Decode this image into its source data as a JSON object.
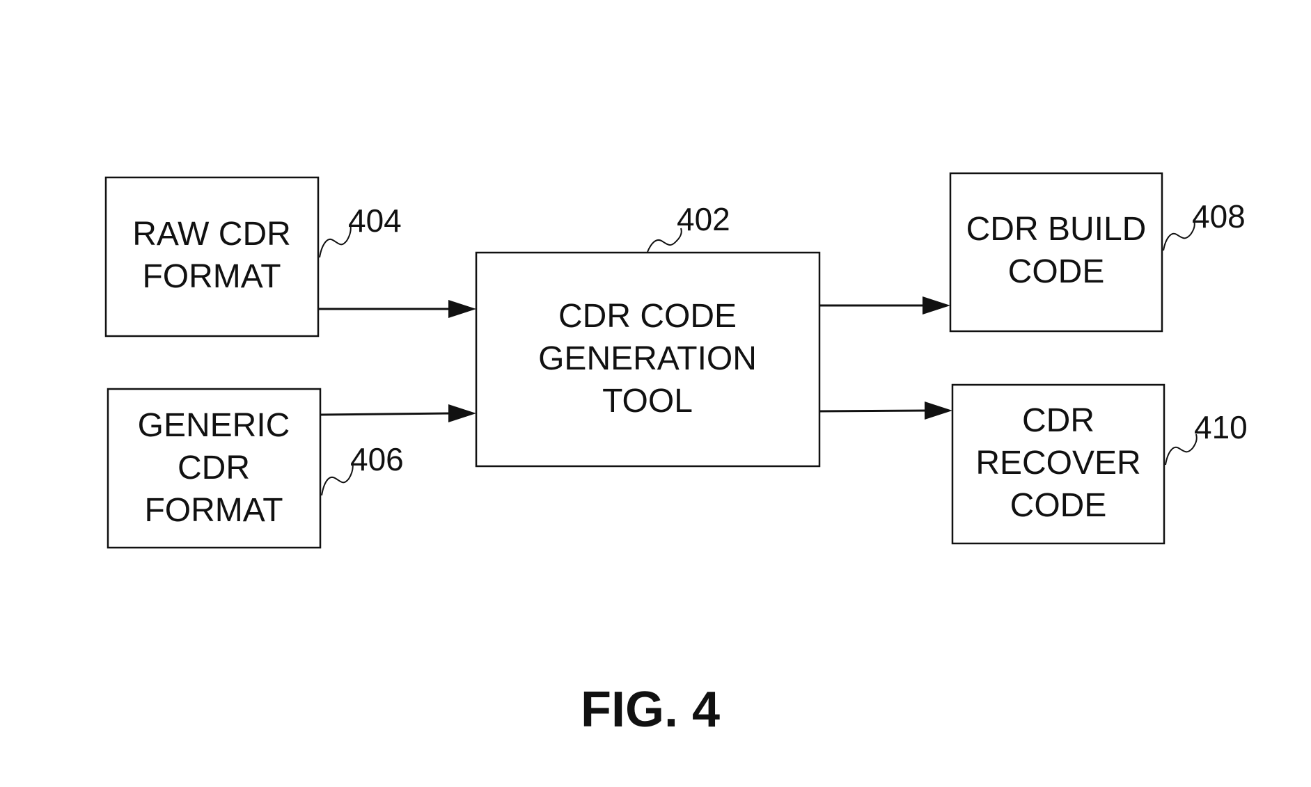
{
  "figure": {
    "caption": "FIG. 4"
  },
  "nodes": {
    "raw_cdr": {
      "lines": [
        "RAW CDR",
        "FORMAT"
      ],
      "ref": "404"
    },
    "generic_cdr": {
      "lines": [
        "GENERIC",
        "CDR",
        "FORMAT"
      ],
      "ref": "406"
    },
    "tool": {
      "lines": [
        "CDR CODE",
        "GENERATION",
        "TOOL"
      ],
      "ref": "402"
    },
    "build": {
      "lines": [
        "CDR BUILD",
        "CODE"
      ],
      "ref": "408"
    },
    "recover": {
      "lines": [
        "CDR",
        "RECOVER",
        "CODE"
      ],
      "ref": "410"
    }
  },
  "edges": [
    {
      "from": "raw_cdr",
      "to": "tool"
    },
    {
      "from": "generic_cdr",
      "to": "tool"
    },
    {
      "from": "tool",
      "to": "build"
    },
    {
      "from": "tool",
      "to": "recover"
    }
  ],
  "colors": {
    "ink": "#111111",
    "background": "#ffffff"
  }
}
